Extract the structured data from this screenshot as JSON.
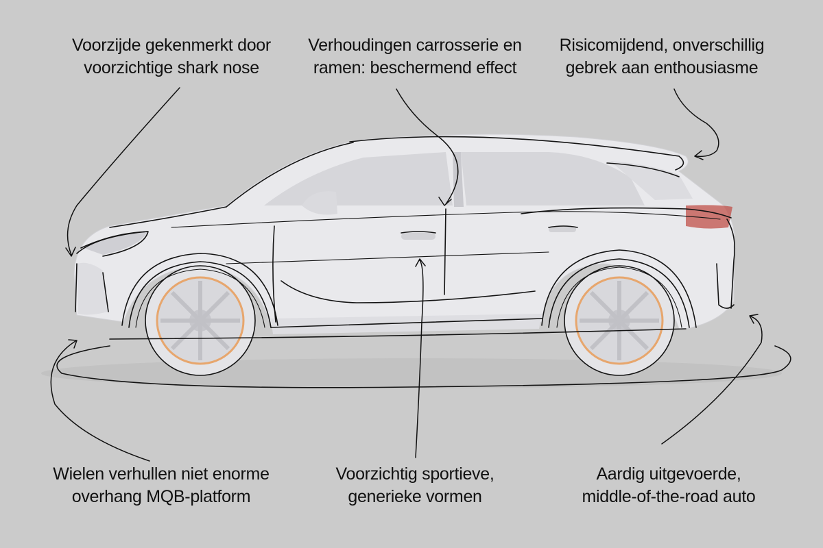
{
  "annotations": {
    "front": {
      "line1": "Voorzijde gekenmerkt door",
      "line2": "voorzichtige shark nose"
    },
    "proportions": {
      "line1": "Verhoudingen carrosserie en",
      "line2": "ramen: beschermend effect"
    },
    "risk": {
      "line1": "Risicomijdend, onverschillig",
      "line2": "gebrek aan enthousiasme"
    },
    "wheels": {
      "line1": "Wielen verhullen niet enorme",
      "line2": "overhang MQB-platform"
    },
    "sporty": {
      "line1": "Voorzichtig sportieve,",
      "line2": "generieke vormen"
    },
    "middle": {
      "line1": "Aardig uitgevoerde,",
      "line2": "middle-of-the-road auto"
    }
  },
  "colors": {
    "background": "#cbcbcb",
    "body_paint": "#e9e9ec",
    "glass": "#d6d6da",
    "rim_accent": "#e8a060",
    "tail_light": "#c0504a",
    "ink": "#111111"
  }
}
